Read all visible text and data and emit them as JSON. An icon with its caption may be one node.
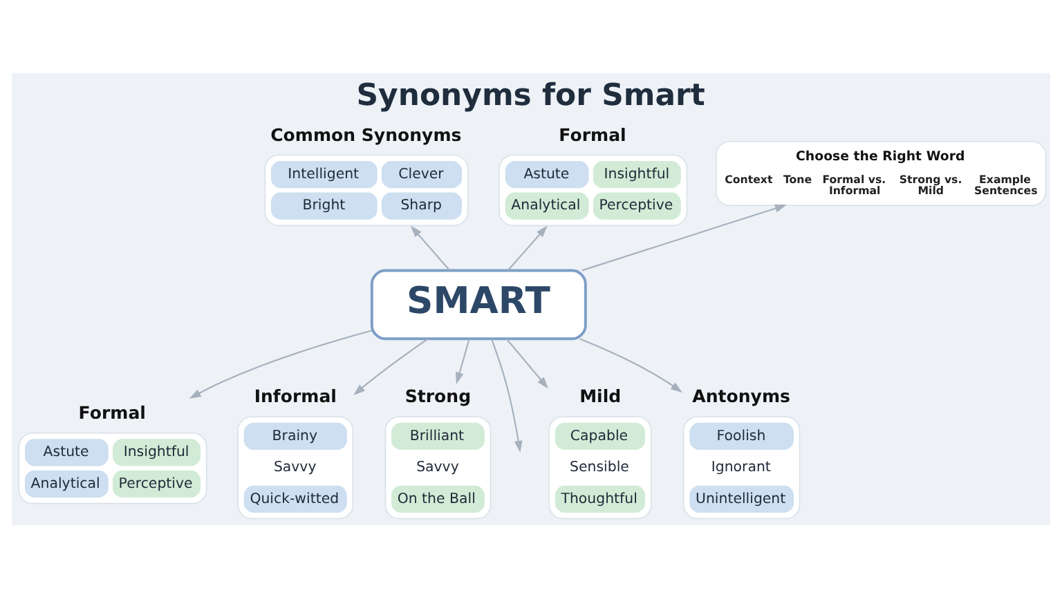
{
  "diagram": {
    "title": "Synonyms for Smart",
    "nodes": [
      {
        "text": [
          "Common Synonyms",
          "Intelligent",
          "Clever",
          "Bright",
          "Sharp"
        ]
      },
      {
        "text": [
          "Formal",
          "Astute",
          "Insightful",
          "Analytical",
          "Perceptive"
        ]
      },
      {
        "text": [
          "Formal",
          "Astute",
          "Insightful",
          "Analytical",
          "Perceptive"
        ]
      },
      {
        "text": [
          "SMART"
        ]
      },
      {
        "text": [
          "Choose the Right Word",
          "Context",
          "Tone",
          "Formal vs. Informal",
          "Strong vs. Mild",
          "Example Sentences"
        ]
      },
      {
        "text": [
          "Informal",
          "Brainy",
          "Savvy",
          "Quick-witted"
        ]
      },
      {
        "text": [
          "Strong",
          "Brilliant",
          "Savvy",
          "On the Ball"
        ]
      },
      {
        "text": [
          "Mild",
          "Capable",
          "Sensible",
          "Thoughtful"
        ]
      },
      {
        "text": [
          "Antonyms",
          "Foolish",
          "Ignorant",
          "Unintelligent"
        ]
      }
    ],
    "edges": [
      {
        "from": 3,
        "to": 0,
        "arrow": "to"
      },
      {
        "from": 3,
        "to": 1,
        "arrow": "to"
      },
      {
        "from": 3,
        "to": 4,
        "arrow": "to"
      },
      {
        "from": 3,
        "to": 2,
        "arrow": "to"
      },
      {
        "from": 3,
        "to": 5,
        "arrow": "to"
      },
      {
        "from": 3,
        "to": 6,
        "arrow": "to"
      },
      {
        "from": 3,
        "to": null,
        "arrow": "to"
      },
      {
        "from": 3,
        "to": 7,
        "arrow": "to"
      },
      {
        "from": 3,
        "to": 8,
        "arrow": "to"
      }
    ]
  }
}
